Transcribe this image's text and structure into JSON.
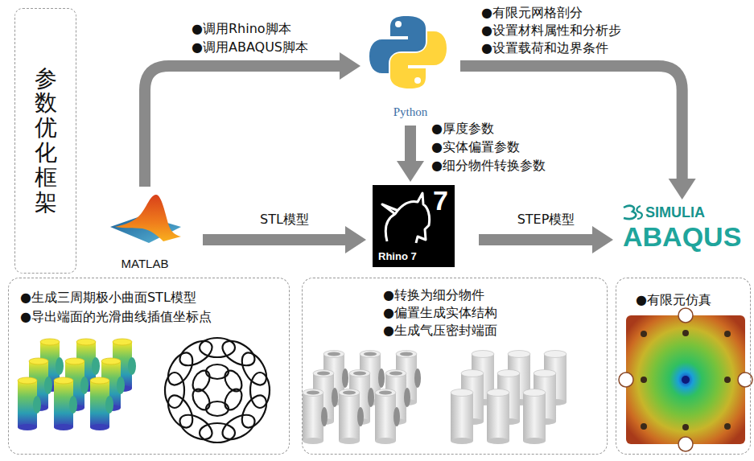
{
  "diagram": {
    "nodes": [
      {
        "text": [
          "参数优化框架"
        ]
      },
      {
        "text": [
          "MATLAB"
        ]
      },
      {
        "text": [
          "Python"
        ]
      },
      {
        "text": [
          "7",
          "Rhino 7"
        ]
      },
      {
        "text": [
          "SIMULIA",
          "ABAQUS"
        ]
      },
      {
        "text": [
          "●生成三周期极小曲面STL模型",
          "●导出端面的光滑曲线插值坐标点"
        ]
      },
      {
        "text": [
          "●转换为细分物件",
          "●偏置生成实体结构",
          "●生成气压密封端面"
        ]
      },
      {
        "text": [
          "●有限元仿真"
        ]
      }
    ],
    "edges": [
      {
        "from": 1,
        "to": 2,
        "arrow": "to"
      },
      {
        "from": 2,
        "to": 3,
        "arrow": "to"
      },
      {
        "from": 2,
        "to": 4,
        "arrow": "to"
      },
      {
        "from": 1,
        "to": 3,
        "label": "STL模型",
        "arrow": "to"
      },
      {
        "from": 3,
        "to": 4,
        "label": "STEP模型",
        "arrow": "to"
      }
    ],
    "labels": [
      "●调用Rhino脚本",
      "●调用ABAQUS脚本",
      "●厚度参数",
      "●实体偏置参数",
      "●细分物件转换参数",
      "●有限元网格剖分",
      "●设置材料属性和分析步",
      "●设置载荷和边界条件"
    ]
  }
}
